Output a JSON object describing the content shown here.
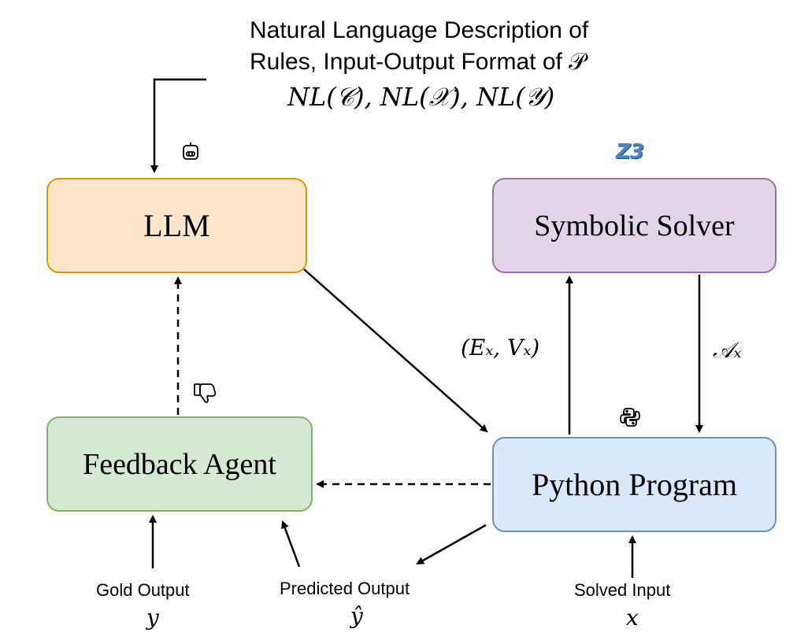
{
  "description": {
    "line1": "Natural Language Description of",
    "line2": "Rules, Input-Output Format of 𝒫",
    "math": "NL(𝒞), NL(𝒳), NL(𝒴)"
  },
  "nodes": {
    "llm": "LLM",
    "solver": "Symbolic Solver",
    "feedback": "Feedback Agent",
    "python": "Python Program"
  },
  "edge_labels": {
    "program_to_solver": "(Eₓ, Vₓ)",
    "solver_to_program": "𝒜ₓ"
  },
  "io": {
    "gold_label": "Gold Output",
    "gold_symbol": "y",
    "predicted_label": "Predicted Output",
    "predicted_symbol": "ŷ",
    "solved_label": "Solved Input",
    "solved_symbol": "x"
  },
  "logos": {
    "z3": "Z3"
  },
  "icons": [
    "robot-icon",
    "thumbs-down-icon",
    "python-icon",
    "z3-logo"
  ]
}
